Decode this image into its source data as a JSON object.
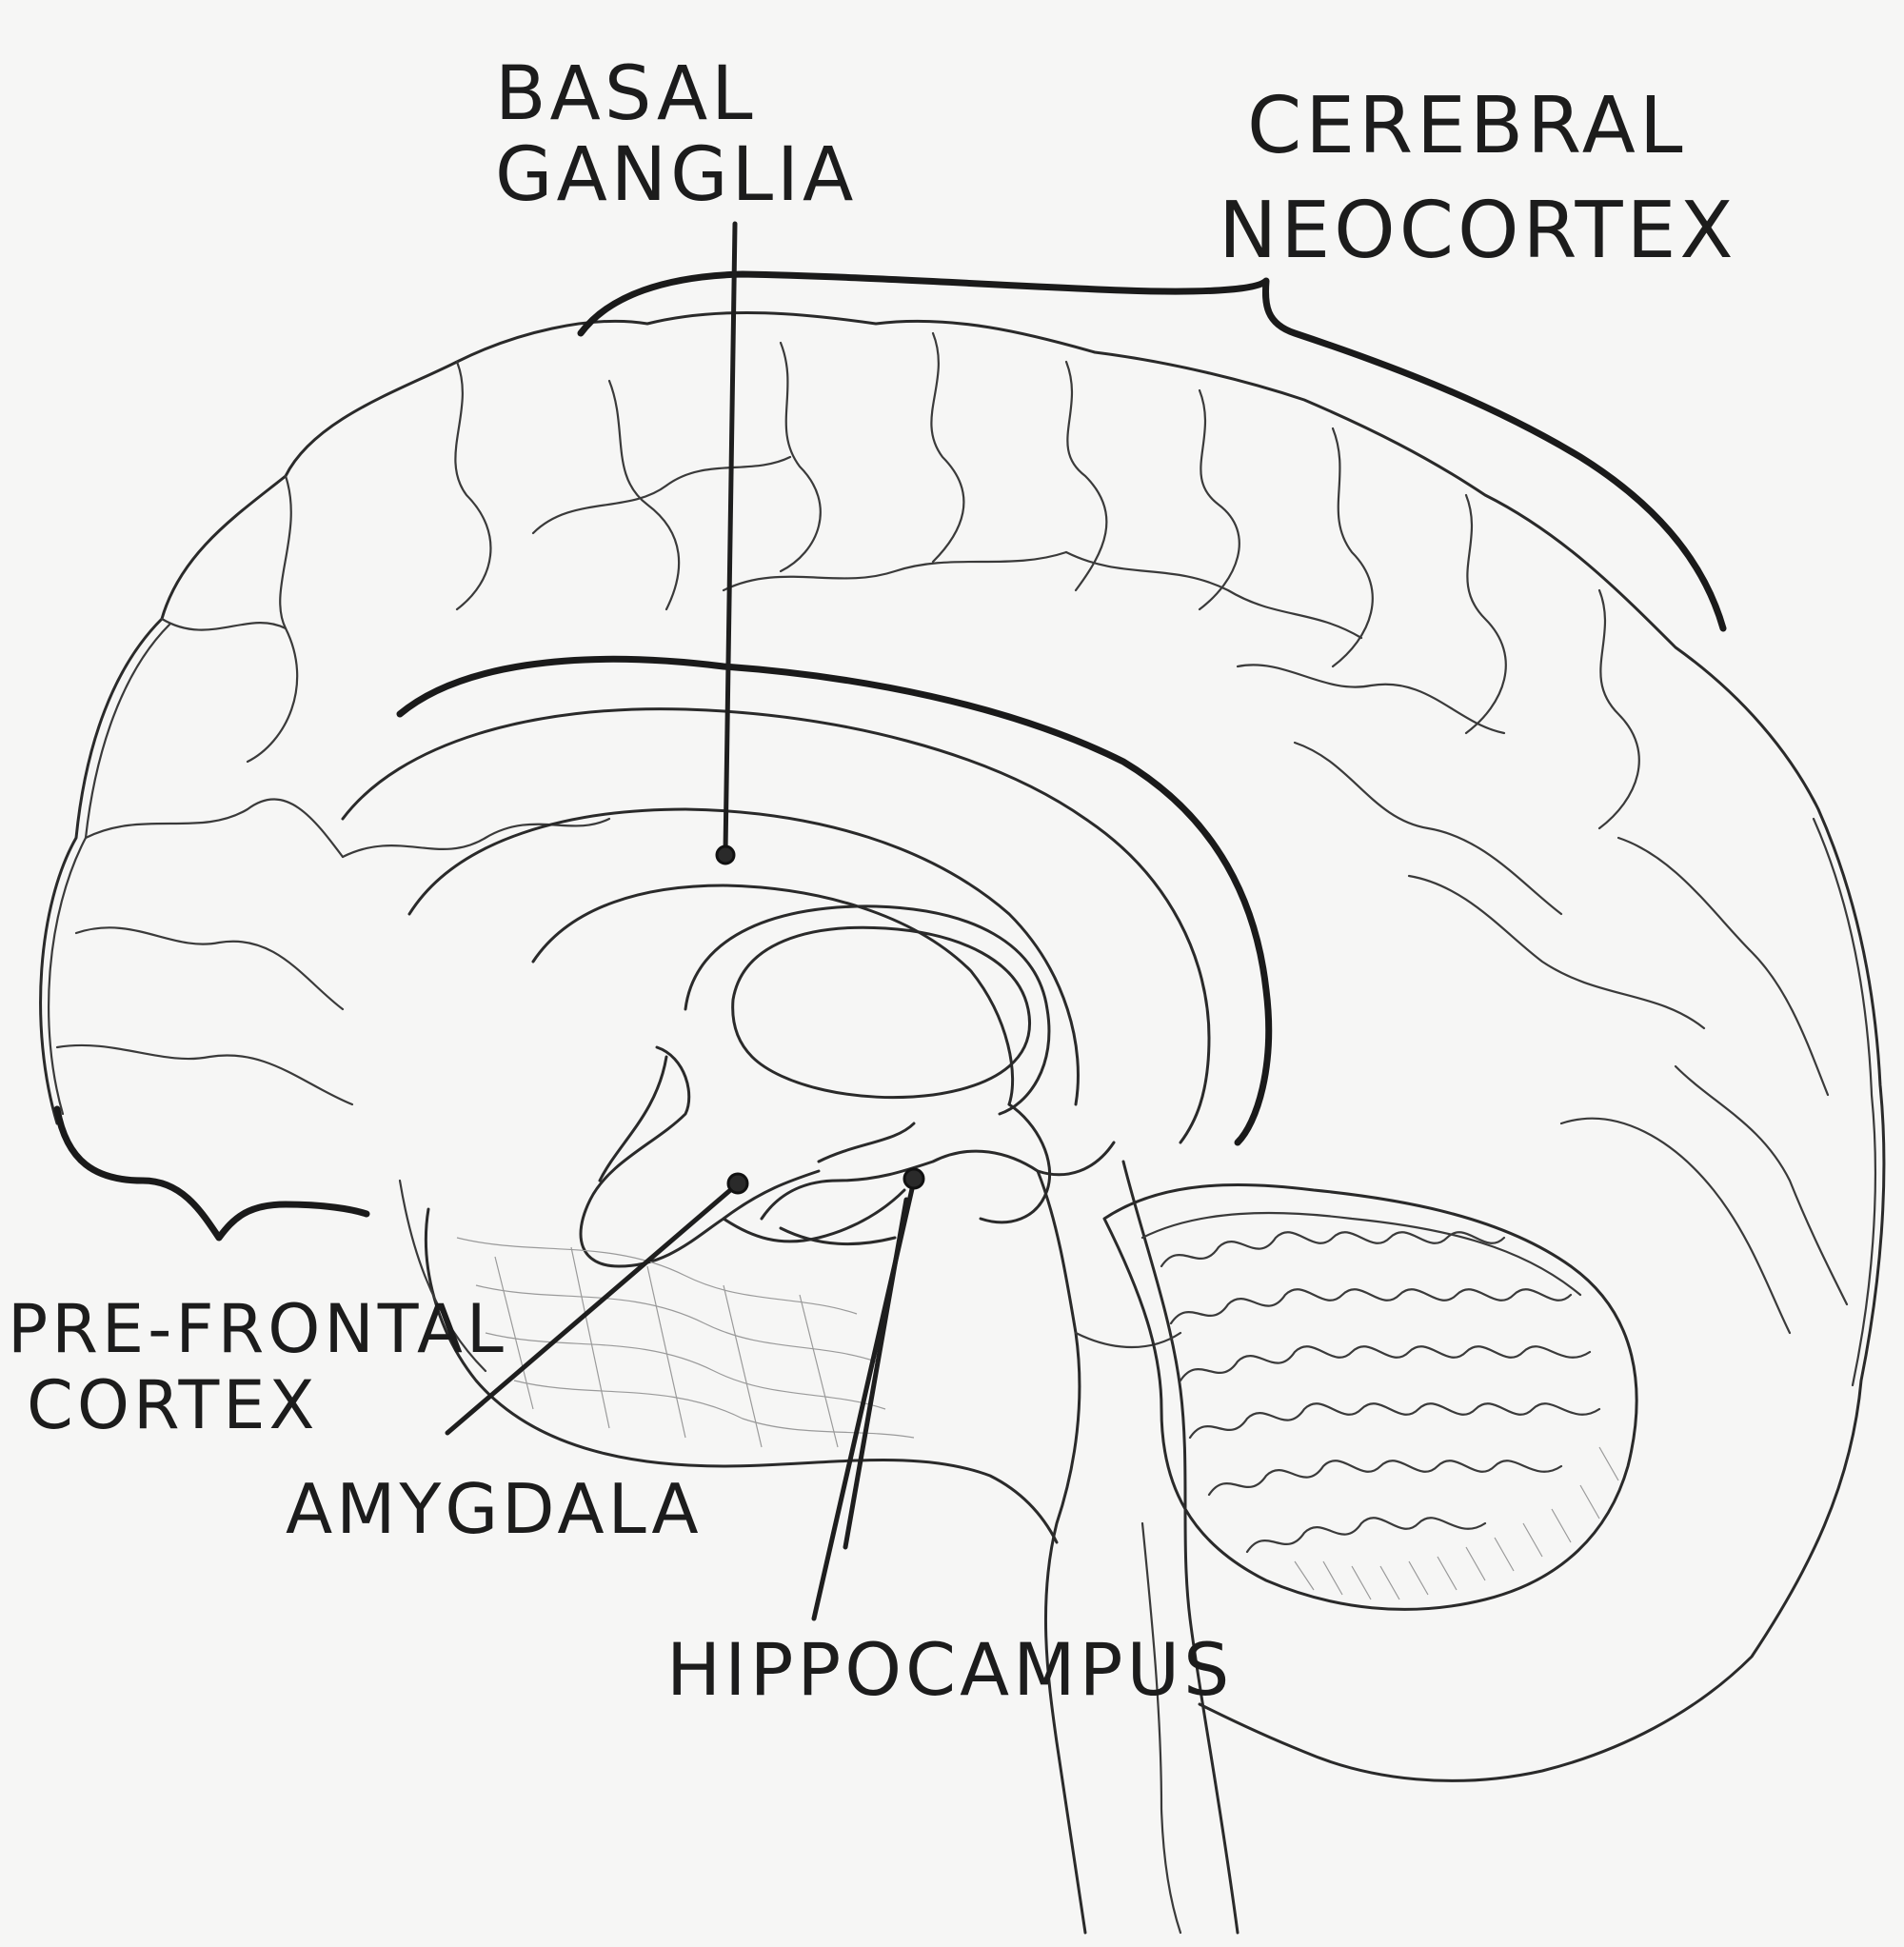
{
  "diagram": {
    "labels": {
      "basal_ganglia": [
        "BASAL",
        "GANGLIA"
      ],
      "cerebral_neocortex": [
        "CEREBRAL",
        "NEOCORTEX"
      ],
      "prefrontal_cortex": [
        "PRE-FRONTAL",
        "CORTEX"
      ],
      "amygdala": "AMYGDALA",
      "hippocampus": "HIPPOCAMPUS"
    },
    "style": "pencil sketch, black on white"
  }
}
